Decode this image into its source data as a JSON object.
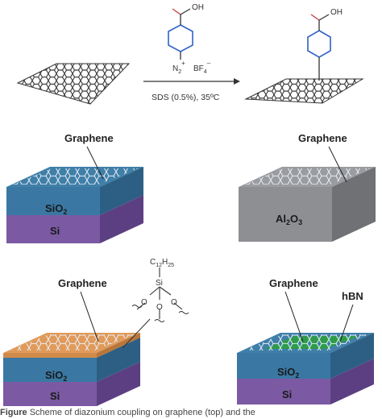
{
  "reaction": {
    "acid_label": "OH",
    "diazonium": "N",
    "diazonium_sub": "2",
    "diazonium_charge": "+",
    "counter_ion": "BF",
    "counter_ion_sub": "4",
    "counter_ion_charge": "–",
    "conditions": "SDS (0.5%), 35ºC",
    "product_acid_label": "OH"
  },
  "panels": {
    "top_left": {
      "top_label": "Graphene",
      "oxide": "SiO",
      "oxide_sub": "2",
      "base": "Si"
    },
    "top_right": {
      "top_label": "Graphene",
      "oxide": "Al",
      "oxide_sub": "2",
      "oxide_tail": "O",
      "oxide_sub2": "3"
    },
    "bottom_left": {
      "top_label": "Graphene",
      "oxide": "SiO",
      "oxide_sub": "2",
      "base": "Si",
      "sam_head": "C",
      "sam_sub1": "12",
      "sam_mid": "H",
      "sam_sub2": "25",
      "si": "Si",
      "o": "O"
    },
    "bottom_right": {
      "top_label": "Graphene",
      "hbn_label": "hBN",
      "oxide": "SiO",
      "oxide_sub": "2",
      "base": "Si"
    }
  },
  "caption": {
    "prefix": "Figure",
    "text": "Scheme of diazonium coupling on graphene (top) and the"
  },
  "colors": {
    "oxide_blue": "#3f7fa8",
    "si_purple": "#7b5aa3",
    "al2o3_gray": "#8d8f93",
    "orange_sam": "#e09a5a",
    "hbn_green": "#3aa55a",
    "benzene_blue": "#2f62c7"
  }
}
